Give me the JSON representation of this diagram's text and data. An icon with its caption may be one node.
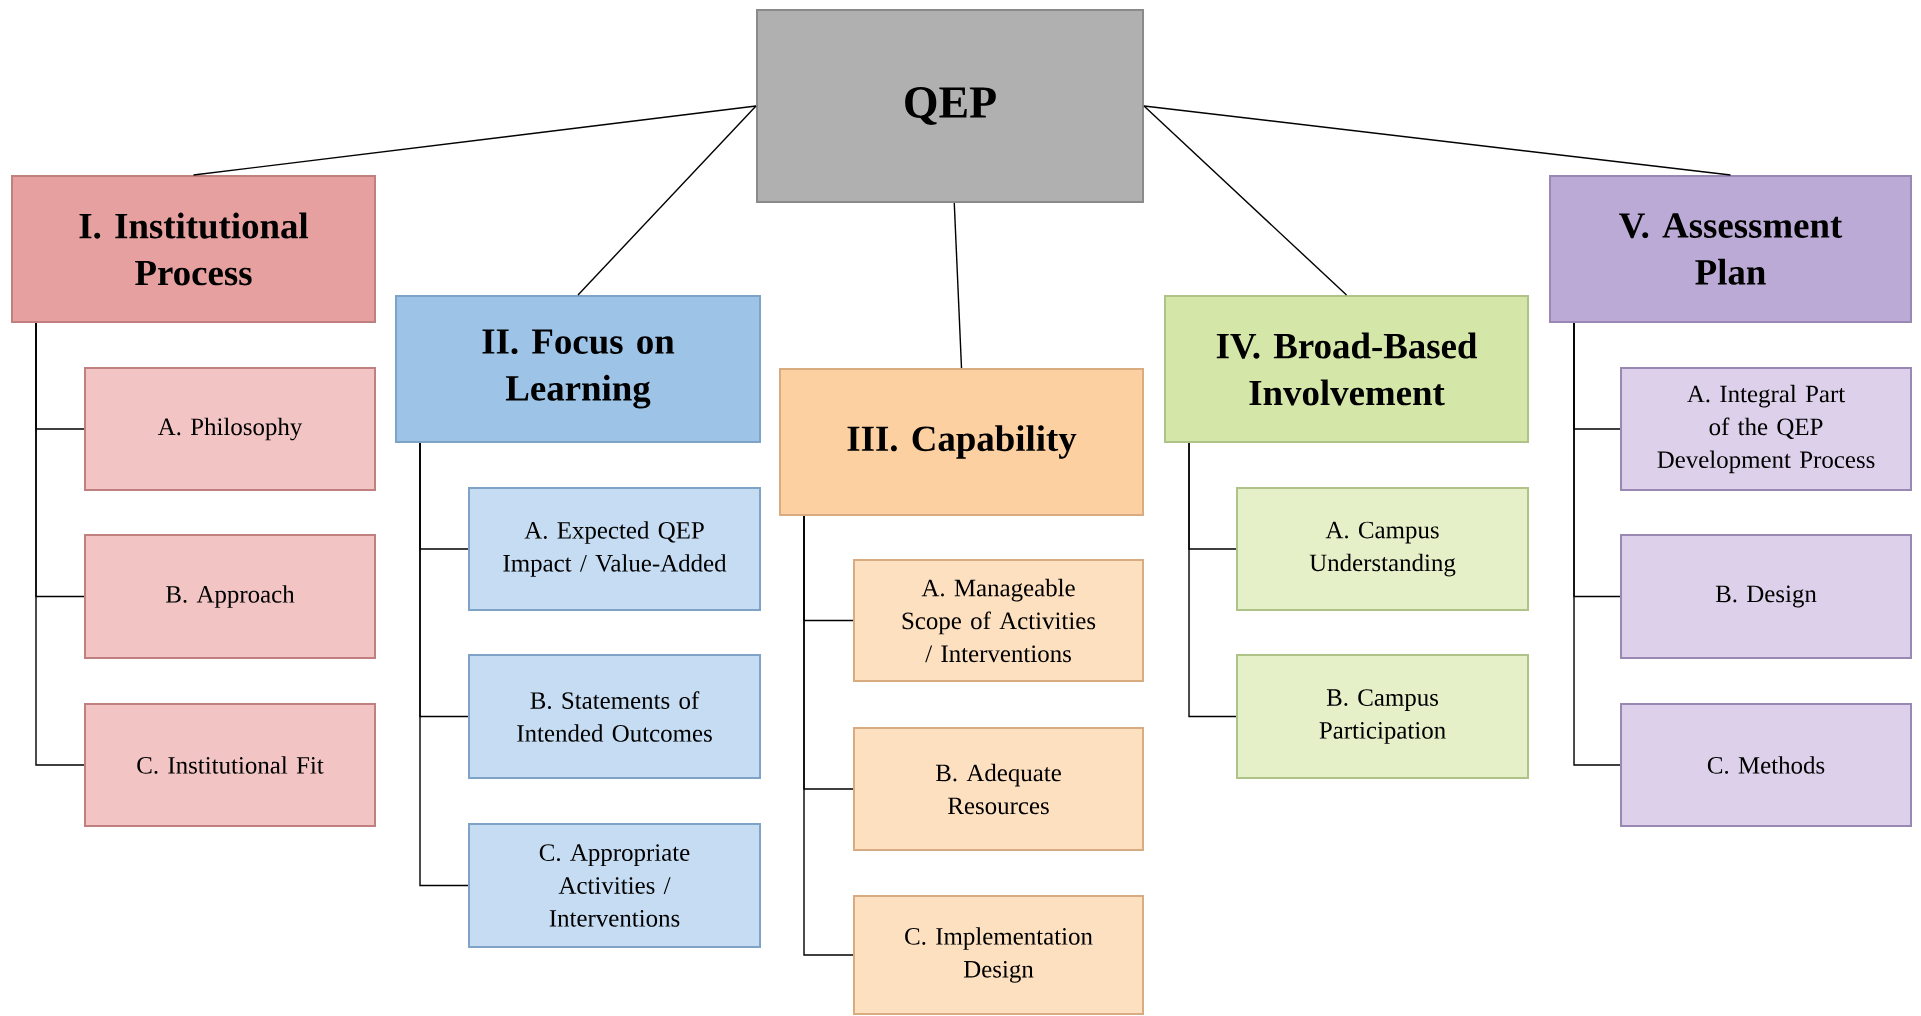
{
  "diagram": {
    "nodes": [
      {
        "text": [
          "QEP"
        ]
      },
      {
        "text": [
          "I. Institutional Process"
        ]
      },
      {
        "text": [
          "A. Philosophy"
        ]
      },
      {
        "text": [
          "B. Approach"
        ]
      },
      {
        "text": [
          "C. Institutional Fit"
        ]
      },
      {
        "text": [
          "II. Focus on Learning"
        ]
      },
      {
        "text": [
          "A. Expected QEP Impact / Value-Added"
        ]
      },
      {
        "text": [
          "B. Statements of Intended Outcomes"
        ]
      },
      {
        "text": [
          "C. Appropriate Activities / Interventions"
        ]
      },
      {
        "text": [
          "III. Capability"
        ]
      },
      {
        "text": [
          "A. Manageable Scope of Activities / Interventions"
        ]
      },
      {
        "text": [
          "B. Adequate Resources"
        ]
      },
      {
        "text": [
          "C. Implementation Design"
        ]
      },
      {
        "text": [
          "IV. Broad-Based Involvement"
        ]
      },
      {
        "text": [
          "A. Campus Understanding"
        ]
      },
      {
        "text": [
          "B. Campus Participation"
        ]
      },
      {
        "text": [
          "V. Assessment Plan"
        ]
      },
      {
        "text": [
          "A. Integral Part of the QEP Development Process"
        ]
      },
      {
        "text": [
          "B. Design"
        ]
      },
      {
        "text": [
          "C. Methods"
        ]
      }
    ],
    "edges": [
      {
        "from": 0,
        "to": 1,
        "arrow": "none"
      },
      {
        "from": 0,
        "to": 5,
        "arrow": "none"
      },
      {
        "from": 0,
        "to": 9,
        "arrow": "none"
      },
      {
        "from": 0,
        "to": 13,
        "arrow": "none"
      },
      {
        "from": 0,
        "to": 16,
        "arrow": "none"
      },
      {
        "from": 1,
        "to": 2,
        "arrow": "none"
      },
      {
        "from": 1,
        "to": 3,
        "arrow": "none"
      },
      {
        "from": 1,
        "to": 4,
        "arrow": "none"
      },
      {
        "from": 5,
        "to": 6,
        "arrow": "none"
      },
      {
        "from": 5,
        "to": 7,
        "arrow": "none"
      },
      {
        "from": 5,
        "to": 8,
        "arrow": "none"
      },
      {
        "from": 9,
        "to": 10,
        "arrow": "none"
      },
      {
        "from": 9,
        "to": 11,
        "arrow": "none"
      },
      {
        "from": 9,
        "to": 12,
        "arrow": "none"
      },
      {
        "from": 13,
        "to": 14,
        "arrow": "none"
      },
      {
        "from": 13,
        "to": 15,
        "arrow": "none"
      },
      {
        "from": 16,
        "to": 17,
        "arrow": "none"
      },
      {
        "from": 16,
        "to": 18,
        "arrow": "none"
      },
      {
        "from": 16,
        "to": 19,
        "arrow": "none"
      }
    ]
  }
}
